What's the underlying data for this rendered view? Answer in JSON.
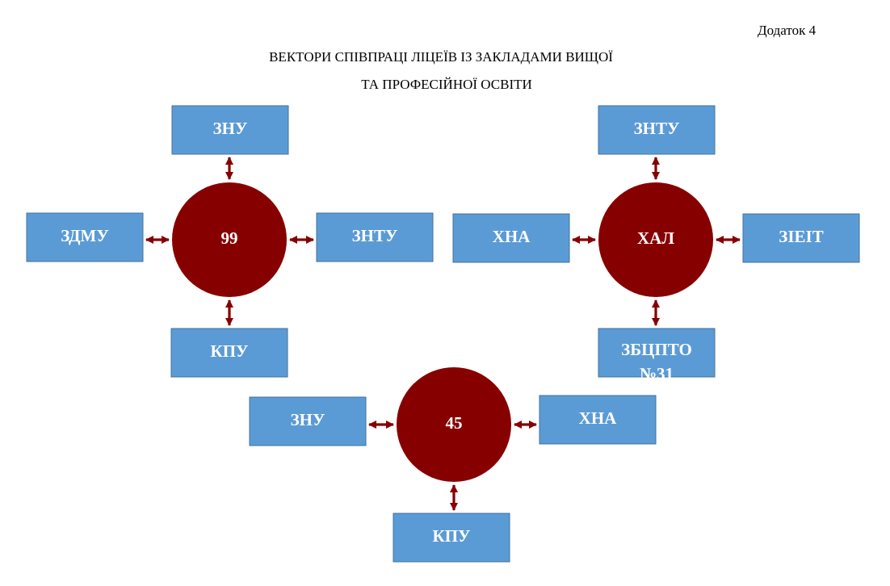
{
  "header": {
    "appendix": "Додаток 4",
    "title_line_1": "ВЕКТОРИ СПІВПРАЦІ ЛІЦЕЇВ ІЗ ЗАКЛАДАМИ ВИЩОЇ",
    "title_line_2": "ТА ПРОФЕСІЙНОЇ ОСВІТИ"
  },
  "colors": {
    "box_fill": "#5b9bd5",
    "box_stroke": "#41719c",
    "circle_fill": "#870000",
    "arrow": "#870000",
    "node_text": "#ffffff"
  },
  "clusters": [
    {
      "id": "lyceum-99",
      "center": "99",
      "partners": {
        "top": [
          "ЗНУ"
        ],
        "right": [
          "ЗНТУ"
        ],
        "bottom": [
          "КПУ"
        ],
        "left": [
          "ЗДМУ"
        ]
      }
    },
    {
      "id": "lyceum-hal",
      "center": "ХАЛ",
      "partners": {
        "top": [
          "ЗНТУ"
        ],
        "right": [
          "ЗІЕІТ"
        ],
        "bottom": [
          "ЗБЦПТО",
          "№31"
        ],
        "left": [
          "ХНА"
        ]
      }
    },
    {
      "id": "lyceum-45",
      "center": "45",
      "partners": {
        "right": [
          "ХНА"
        ],
        "bottom": [
          "КПУ"
        ],
        "left": [
          "ЗНУ"
        ]
      }
    }
  ]
}
